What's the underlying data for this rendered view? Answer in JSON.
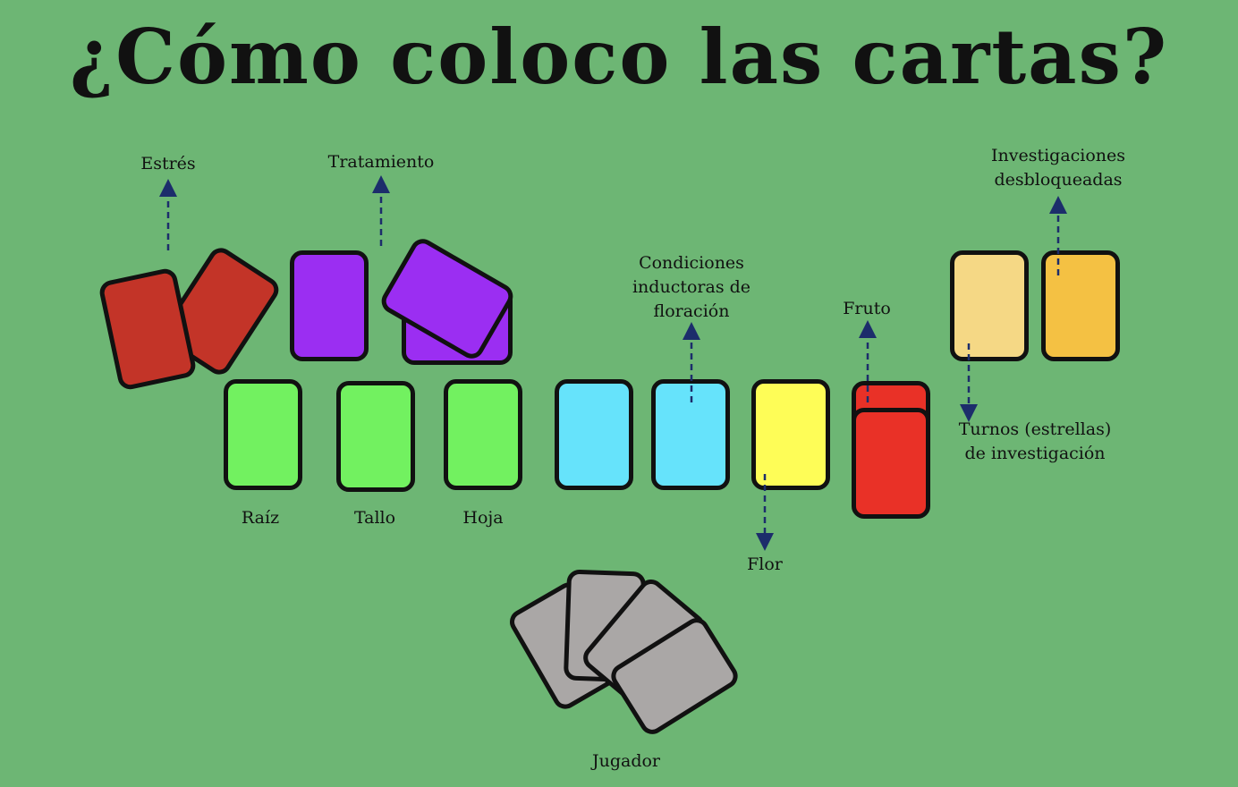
{
  "title": "¿Cómo coloco las cartas?",
  "colors": {
    "background": "#6db674",
    "stress": "#c33428",
    "treatment": "#9b2ef2",
    "growth": "#72f160",
    "conditions": "#66e3fb",
    "flower": "#fefd57",
    "fruit": "#e93127",
    "research_turns": "#f5d885",
    "research_unlocked": "#f4c143",
    "player": "#aaa7a6",
    "arrow": "#1c2d6b"
  },
  "labels": {
    "estres": "Estrés",
    "tratamiento": "Tratamiento",
    "condiciones_line1": "Condiciones",
    "condiciones_line2": "inductoras de",
    "condiciones_line3": "floración",
    "fruto": "Fruto",
    "investigaciones_line1": "Investigaciones",
    "investigaciones_line2": "desbloqueadas",
    "turnos_line1": "Turnos (estrellas)",
    "turnos_line2": "de investigación",
    "raiz": "Raíz",
    "tallo": "Tallo",
    "hoja": "Hoja",
    "flor": "Flor",
    "jugador": "Jugador"
  }
}
